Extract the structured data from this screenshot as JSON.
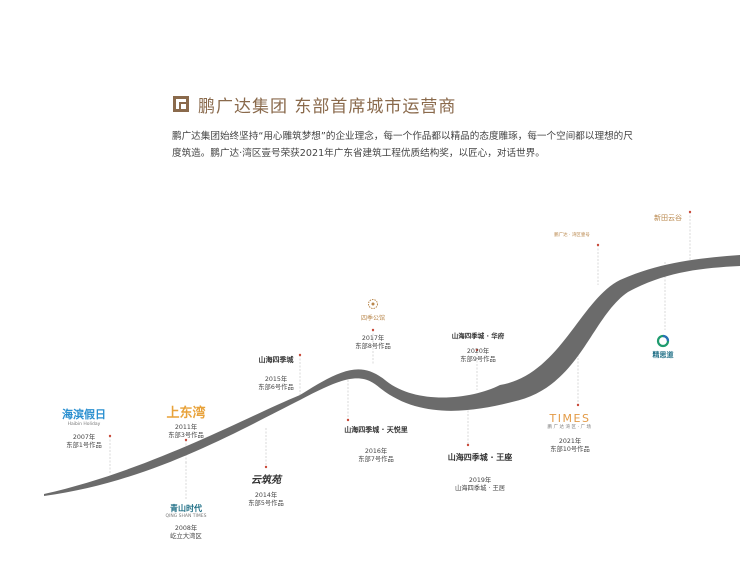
{
  "header": {
    "title": "鹏广达集团 东部首席城市运营商",
    "description": "鹏广达集团始终坚持“用心雕筑梦想”的企业理念，每一个作品都以精品的态度雕琢，每一个空间都以理想的尺度筑造。鹏广达·湾区壹号荣获2021年广东省建筑工程优质结构奖，以匠心，对话世界。"
  },
  "colors": {
    "brand": "#8a6a4c",
    "curve": "#6b6b6b",
    "dot": "#c94a3a",
    "stem": "#c8c8c8"
  },
  "milestones": [
    {
      "id": "m2007",
      "brand": "海滨假日",
      "brand_sub": "Haibin Holiday",
      "year": "2007年",
      "caption": "东部1号作品"
    },
    {
      "id": "m2008",
      "brand": "青山时代",
      "brand_sub": "QING SHAN TIMES",
      "year": "2008年",
      "caption": "屹立大湾区"
    },
    {
      "id": "m2011",
      "brand": "上东湾",
      "year": "2011年",
      "caption": "东部3号作品"
    },
    {
      "id": "m2014",
      "brand": "云筑苑",
      "year": "2014年",
      "caption": "东部5号作品"
    },
    {
      "id": "m2015",
      "brand": "山海四季城",
      "year": "2015年",
      "caption": "东部6号作品"
    },
    {
      "id": "m2016",
      "brand": "山海四季城 · 天悦里",
      "year": "2016年",
      "caption": "东部7号作品"
    },
    {
      "id": "m2017",
      "brand": "四季公馆",
      "year": "2017年",
      "caption": "东部8号作品"
    },
    {
      "id": "m2019",
      "brand": "山海四季城 · 王座",
      "year": "2019年",
      "caption": "山海四季城 · 王居"
    },
    {
      "id": "m2020",
      "brand": "山海四季城 · 华府",
      "year": "2020年",
      "caption": "东部9号作品"
    },
    {
      "id": "m2021",
      "brand": "TIMES",
      "brand_sub": "鹏广达湾区·广场",
      "year": "2021年",
      "caption": "东部10号作品"
    },
    {
      "id": "m2022",
      "brand": "鹏广达 · 湾区壹号"
    },
    {
      "id": "m2023",
      "brand": "新田云谷"
    },
    {
      "id": "m2024",
      "brand": "精思道"
    }
  ]
}
